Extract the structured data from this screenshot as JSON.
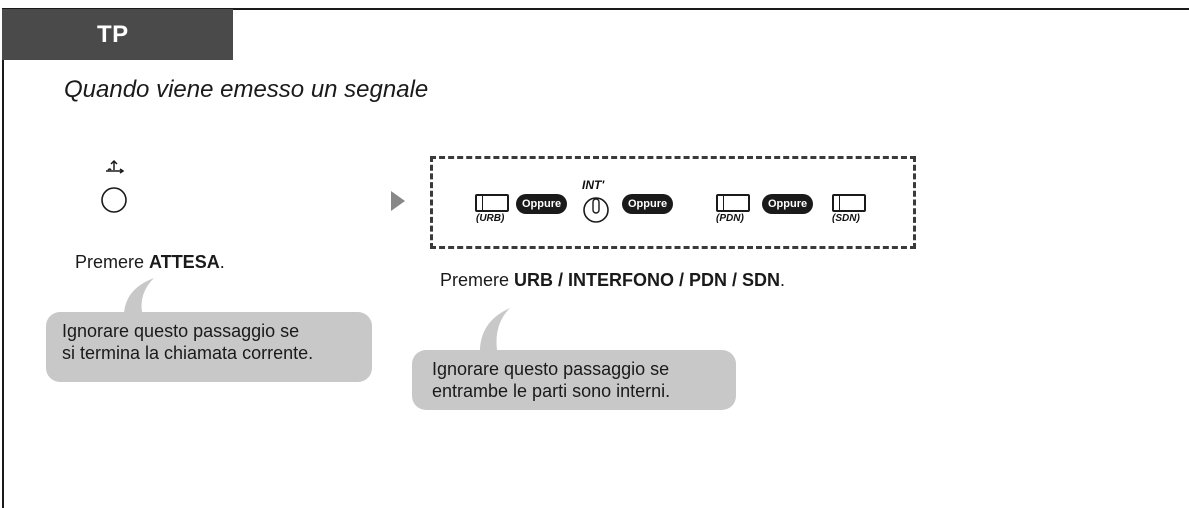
{
  "tab": {
    "label": "TP"
  },
  "subtitle": "Quando viene emesso un segnale",
  "step1": {
    "caption_prefix": "Premere ",
    "caption_bold": "ATTESA",
    "caption_suffix": ".",
    "note": [
      "Ignorare questo passaggio se",
      "si termina la chiamata corrente."
    ]
  },
  "step2": {
    "buttons": [
      {
        "caption": "(URB)"
      },
      {
        "caption": "(PDN)"
      },
      {
        "caption": "(SDN)"
      }
    ],
    "oppure": [
      "Oppure",
      "Oppure",
      "Oppure"
    ],
    "int_label": "INT'",
    "caption_prefix": "Premere ",
    "caption_bold": "URB / INTERFONO / PDN / SDN",
    "caption_suffix": ".",
    "note": [
      "Ignorare questo passaggio se",
      "entrambe le parti sono interni."
    ]
  },
  "colors": {
    "tab_bg": "#4a4a4a",
    "bubble_bg": "#c8c8c8",
    "oppure_bg": "#1a1a1a"
  },
  "icons": [
    "hold-button-icon",
    "next-arrow-icon",
    "line-button-icon",
    "intercom-button-icon"
  ]
}
